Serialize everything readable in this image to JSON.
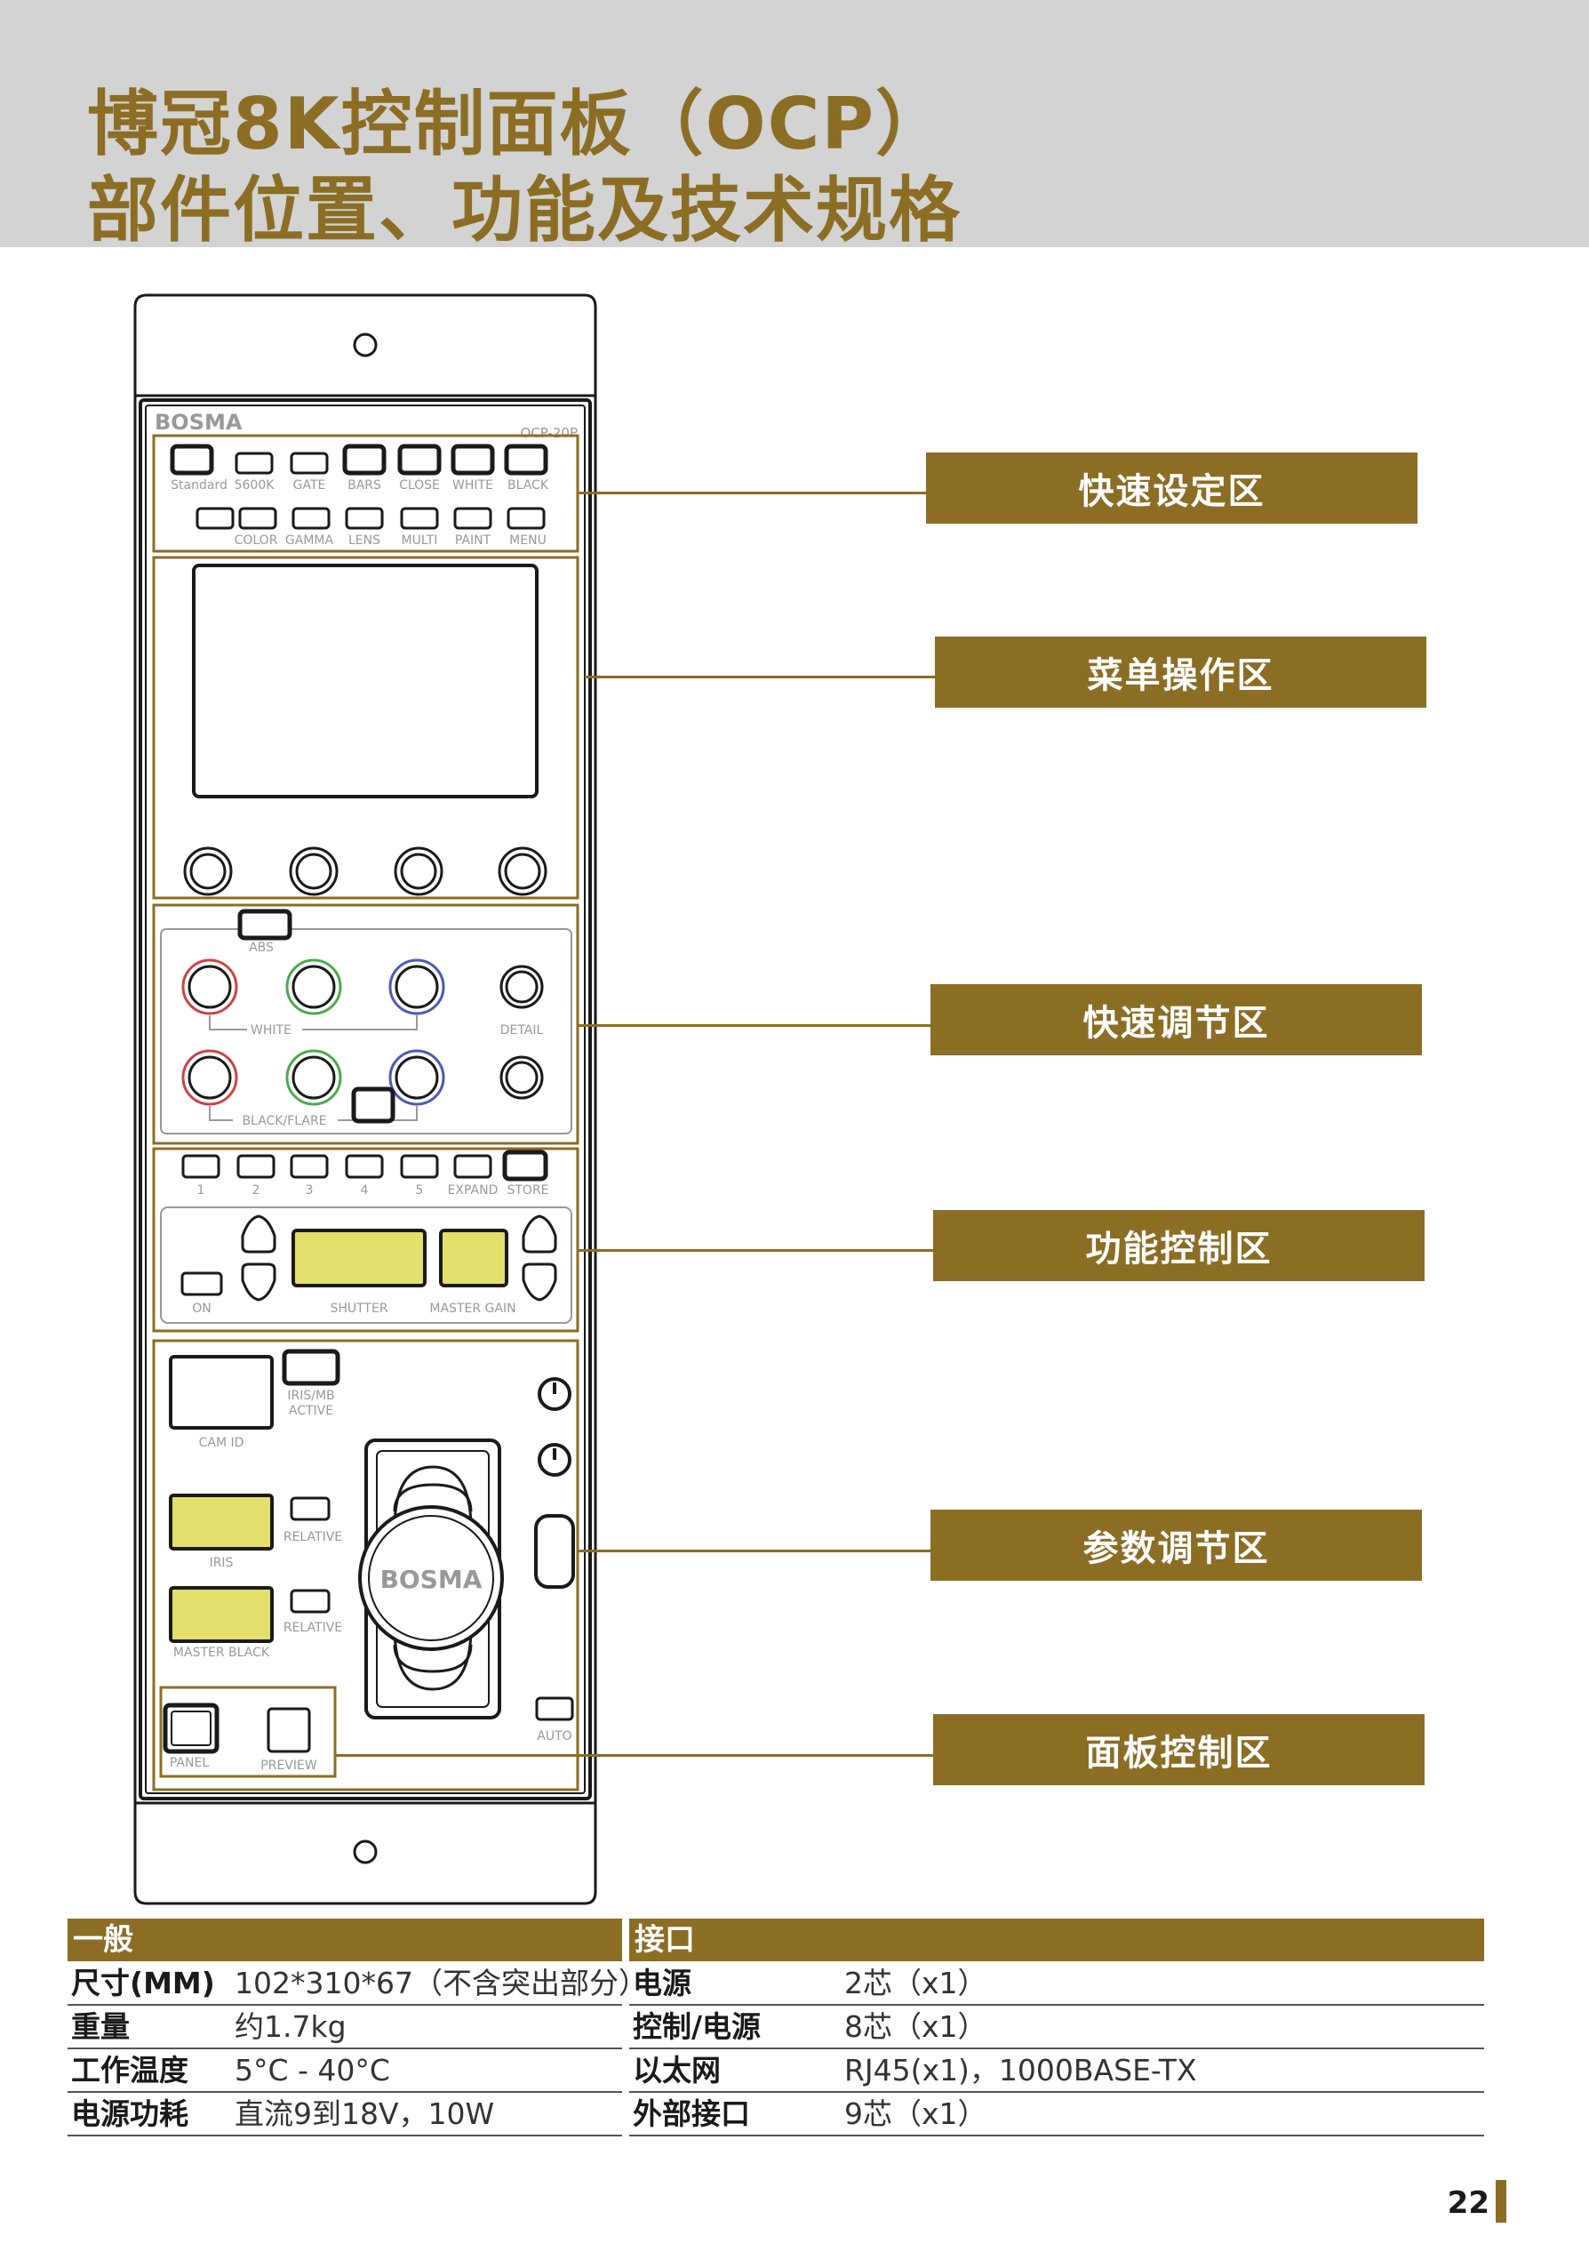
{
  "title": {
    "line1": "博冠8K控制面板（OCP）",
    "line2": "部件位置、功能及技术规格"
  },
  "panel": {
    "brand": "BOSMA",
    "model": "OCP-20P",
    "row1_labels": [
      "Standard",
      "5600K",
      "GATE",
      "BARS",
      "CLOSE",
      "WHITE",
      "BLACK"
    ],
    "row2_labels": [
      "COLOR",
      "GAMMA",
      "LENS",
      "MULTI",
      "PAINT",
      "MENU"
    ],
    "abs": "ABS",
    "white": "WHITE",
    "detail": "DETAIL",
    "black_flare": "BLACK/FLARE",
    "scene_labels": [
      "1",
      "2",
      "3",
      "4",
      "5",
      "EXPAND",
      "STORE"
    ],
    "on": "ON",
    "shutter": "SHUTTER",
    "master_gain": "MASTER GAIN",
    "iris_mb_1": "IRIS/MB",
    "iris_mb_2": "ACTIVE",
    "cam_id": "CAM ID",
    "relative": "RELATIVE",
    "iris": "IRIS",
    "master_black": "MASTER BLACK",
    "auto": "AUTO",
    "panel_active": "PANEL",
    "preview": "PREVIEW",
    "joystick_brand": "BOSMA"
  },
  "callouts": [
    "快速设定区",
    "菜单操作区",
    "快速调节区",
    "功能控制区",
    "参数调节区",
    "面板控制区"
  ],
  "specs": {
    "general": {
      "heading": "一般",
      "rows": [
        {
          "key": "尺寸(MM)",
          "value": "102*310*67（不含突出部分）"
        },
        {
          "key": "重量",
          "value": "约1.7kg"
        },
        {
          "key": "工作温度",
          "value": "5°C - 40°C"
        },
        {
          "key": "电源功耗",
          "value": "直流9到18V，10W"
        }
      ]
    },
    "interface": {
      "heading": "接口",
      "rows": [
        {
          "key": "电源",
          "value": "2芯（x1）"
        },
        {
          "key": "控制/电源",
          "value": "8芯（x1）"
        },
        {
          "key": "以太网",
          "value": "RJ45(x1)，1000BASE-TX"
        },
        {
          "key": "外部接口",
          "value": "9芯（x1）"
        }
      ]
    }
  },
  "page_number": "22",
  "colors": {
    "accent": "#8b6d24",
    "header_bg": "#d3d3d3",
    "display": "#e2e06a"
  }
}
